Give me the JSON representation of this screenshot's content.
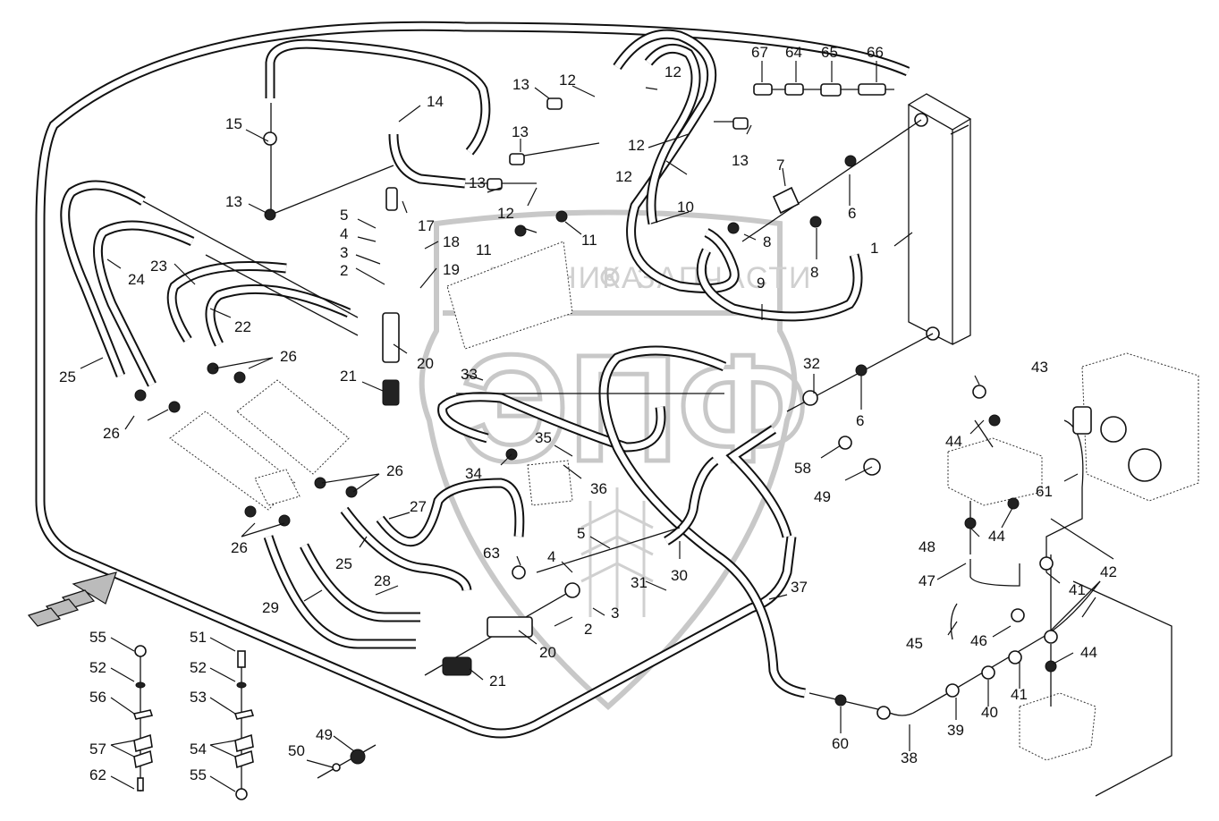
{
  "diagram": {
    "type": "exploded-parts-diagram",
    "subject": "hydraulic hoses and fittings assembly",
    "watermark": {
      "logo_letters": "ЭПФ",
      "left_word": "ТЕХНИКА",
      "right_word": "ЗАПЧАСТИ",
      "gear_icon": "gear-icon"
    },
    "direction_arrow": "forward-direction-arrow",
    "callouts": [
      {
        "id": "c67",
        "label": "67"
      },
      {
        "id": "c64",
        "label": "64"
      },
      {
        "id": "c65",
        "label": "65"
      },
      {
        "id": "c66",
        "label": "66"
      },
      {
        "id": "c13a",
        "label": "13"
      },
      {
        "id": "c12a",
        "label": "12"
      },
      {
        "id": "c12b",
        "label": "12"
      },
      {
        "id": "c14",
        "label": "14"
      },
      {
        "id": "c15",
        "label": "15"
      },
      {
        "id": "c13b",
        "label": "13"
      },
      {
        "id": "c13c",
        "label": "13"
      },
      {
        "id": "c12c",
        "label": "12"
      },
      {
        "id": "c12d",
        "label": "12"
      },
      {
        "id": "c13d",
        "label": "13"
      },
      {
        "id": "c12e",
        "label": "12"
      },
      {
        "id": "c13e",
        "label": "13"
      },
      {
        "id": "c7",
        "label": "7"
      },
      {
        "id": "c6a",
        "label": "6"
      },
      {
        "id": "c17",
        "label": "17"
      },
      {
        "id": "c10",
        "label": "10"
      },
      {
        "id": "c11a",
        "label": "11"
      },
      {
        "id": "c11b",
        "label": "11"
      },
      {
        "id": "c8a",
        "label": "8"
      },
      {
        "id": "c8b",
        "label": "8"
      },
      {
        "id": "c1",
        "label": "1"
      },
      {
        "id": "c5a",
        "label": "5"
      },
      {
        "id": "c4a",
        "label": "4"
      },
      {
        "id": "c3a",
        "label": "3"
      },
      {
        "id": "c2a",
        "label": "2"
      },
      {
        "id": "c18",
        "label": "18"
      },
      {
        "id": "c19",
        "label": "19"
      },
      {
        "id": "c9",
        "label": "9"
      },
      {
        "id": "c24",
        "label": "24"
      },
      {
        "id": "c23",
        "label": "23"
      },
      {
        "id": "c22",
        "label": "22"
      },
      {
        "id": "c25a",
        "label": "25"
      },
      {
        "id": "c26a",
        "label": "26"
      },
      {
        "id": "c26b",
        "label": "26"
      },
      {
        "id": "c21a",
        "label": "21"
      },
      {
        "id": "c20a",
        "label": "20"
      },
      {
        "id": "c32",
        "label": "32"
      },
      {
        "id": "c6b",
        "label": "6"
      },
      {
        "id": "c33",
        "label": "33"
      },
      {
        "id": "c43",
        "label": "43"
      },
      {
        "id": "c35",
        "label": "35"
      },
      {
        "id": "c34",
        "label": "34"
      },
      {
        "id": "c36",
        "label": "36"
      },
      {
        "id": "c58",
        "label": "58"
      },
      {
        "id": "c49a",
        "label": "49"
      },
      {
        "id": "c44a",
        "label": "44"
      },
      {
        "id": "c61",
        "label": "61"
      },
      {
        "id": "c26c",
        "label": "26"
      },
      {
        "id": "c26d",
        "label": "26"
      },
      {
        "id": "c27",
        "label": "27"
      },
      {
        "id": "c48",
        "label": "48"
      },
      {
        "id": "c44b",
        "label": "44"
      },
      {
        "id": "c63",
        "label": "63"
      },
      {
        "id": "c5b",
        "label": "5"
      },
      {
        "id": "c4b",
        "label": "4"
      },
      {
        "id": "c25b",
        "label": "25"
      },
      {
        "id": "c28",
        "label": "28"
      },
      {
        "id": "c29",
        "label": "29"
      },
      {
        "id": "c30",
        "label": "30"
      },
      {
        "id": "c31",
        "label": "31"
      },
      {
        "id": "c3b",
        "label": "3"
      },
      {
        "id": "c2b",
        "label": "2"
      },
      {
        "id": "c20b",
        "label": "20"
      },
      {
        "id": "c21b",
        "label": "21"
      },
      {
        "id": "c37",
        "label": "37"
      },
      {
        "id": "c47",
        "label": "47"
      },
      {
        "id": "c41a",
        "label": "41"
      },
      {
        "id": "c42",
        "label": "42"
      },
      {
        "id": "c45",
        "label": "45"
      },
      {
        "id": "c46",
        "label": "46"
      },
      {
        "id": "c41b",
        "label": "41"
      },
      {
        "id": "c44c",
        "label": "44"
      },
      {
        "id": "c40",
        "label": "40"
      },
      {
        "id": "c39",
        "label": "39"
      },
      {
        "id": "c60",
        "label": "60"
      },
      {
        "id": "c38",
        "label": "38"
      },
      {
        "id": "c55a",
        "label": "55"
      },
      {
        "id": "c52a",
        "label": "52"
      },
      {
        "id": "c56",
        "label": "56"
      },
      {
        "id": "c57",
        "label": "57"
      },
      {
        "id": "c62",
        "label": "62"
      },
      {
        "id": "c51",
        "label": "51"
      },
      {
        "id": "c52b",
        "label": "52"
      },
      {
        "id": "c53",
        "label": "53"
      },
      {
        "id": "c54",
        "label": "54"
      },
      {
        "id": "c55b",
        "label": "55"
      },
      {
        "id": "c49b",
        "label": "49"
      },
      {
        "id": "c50",
        "label": "50"
      }
    ]
  }
}
